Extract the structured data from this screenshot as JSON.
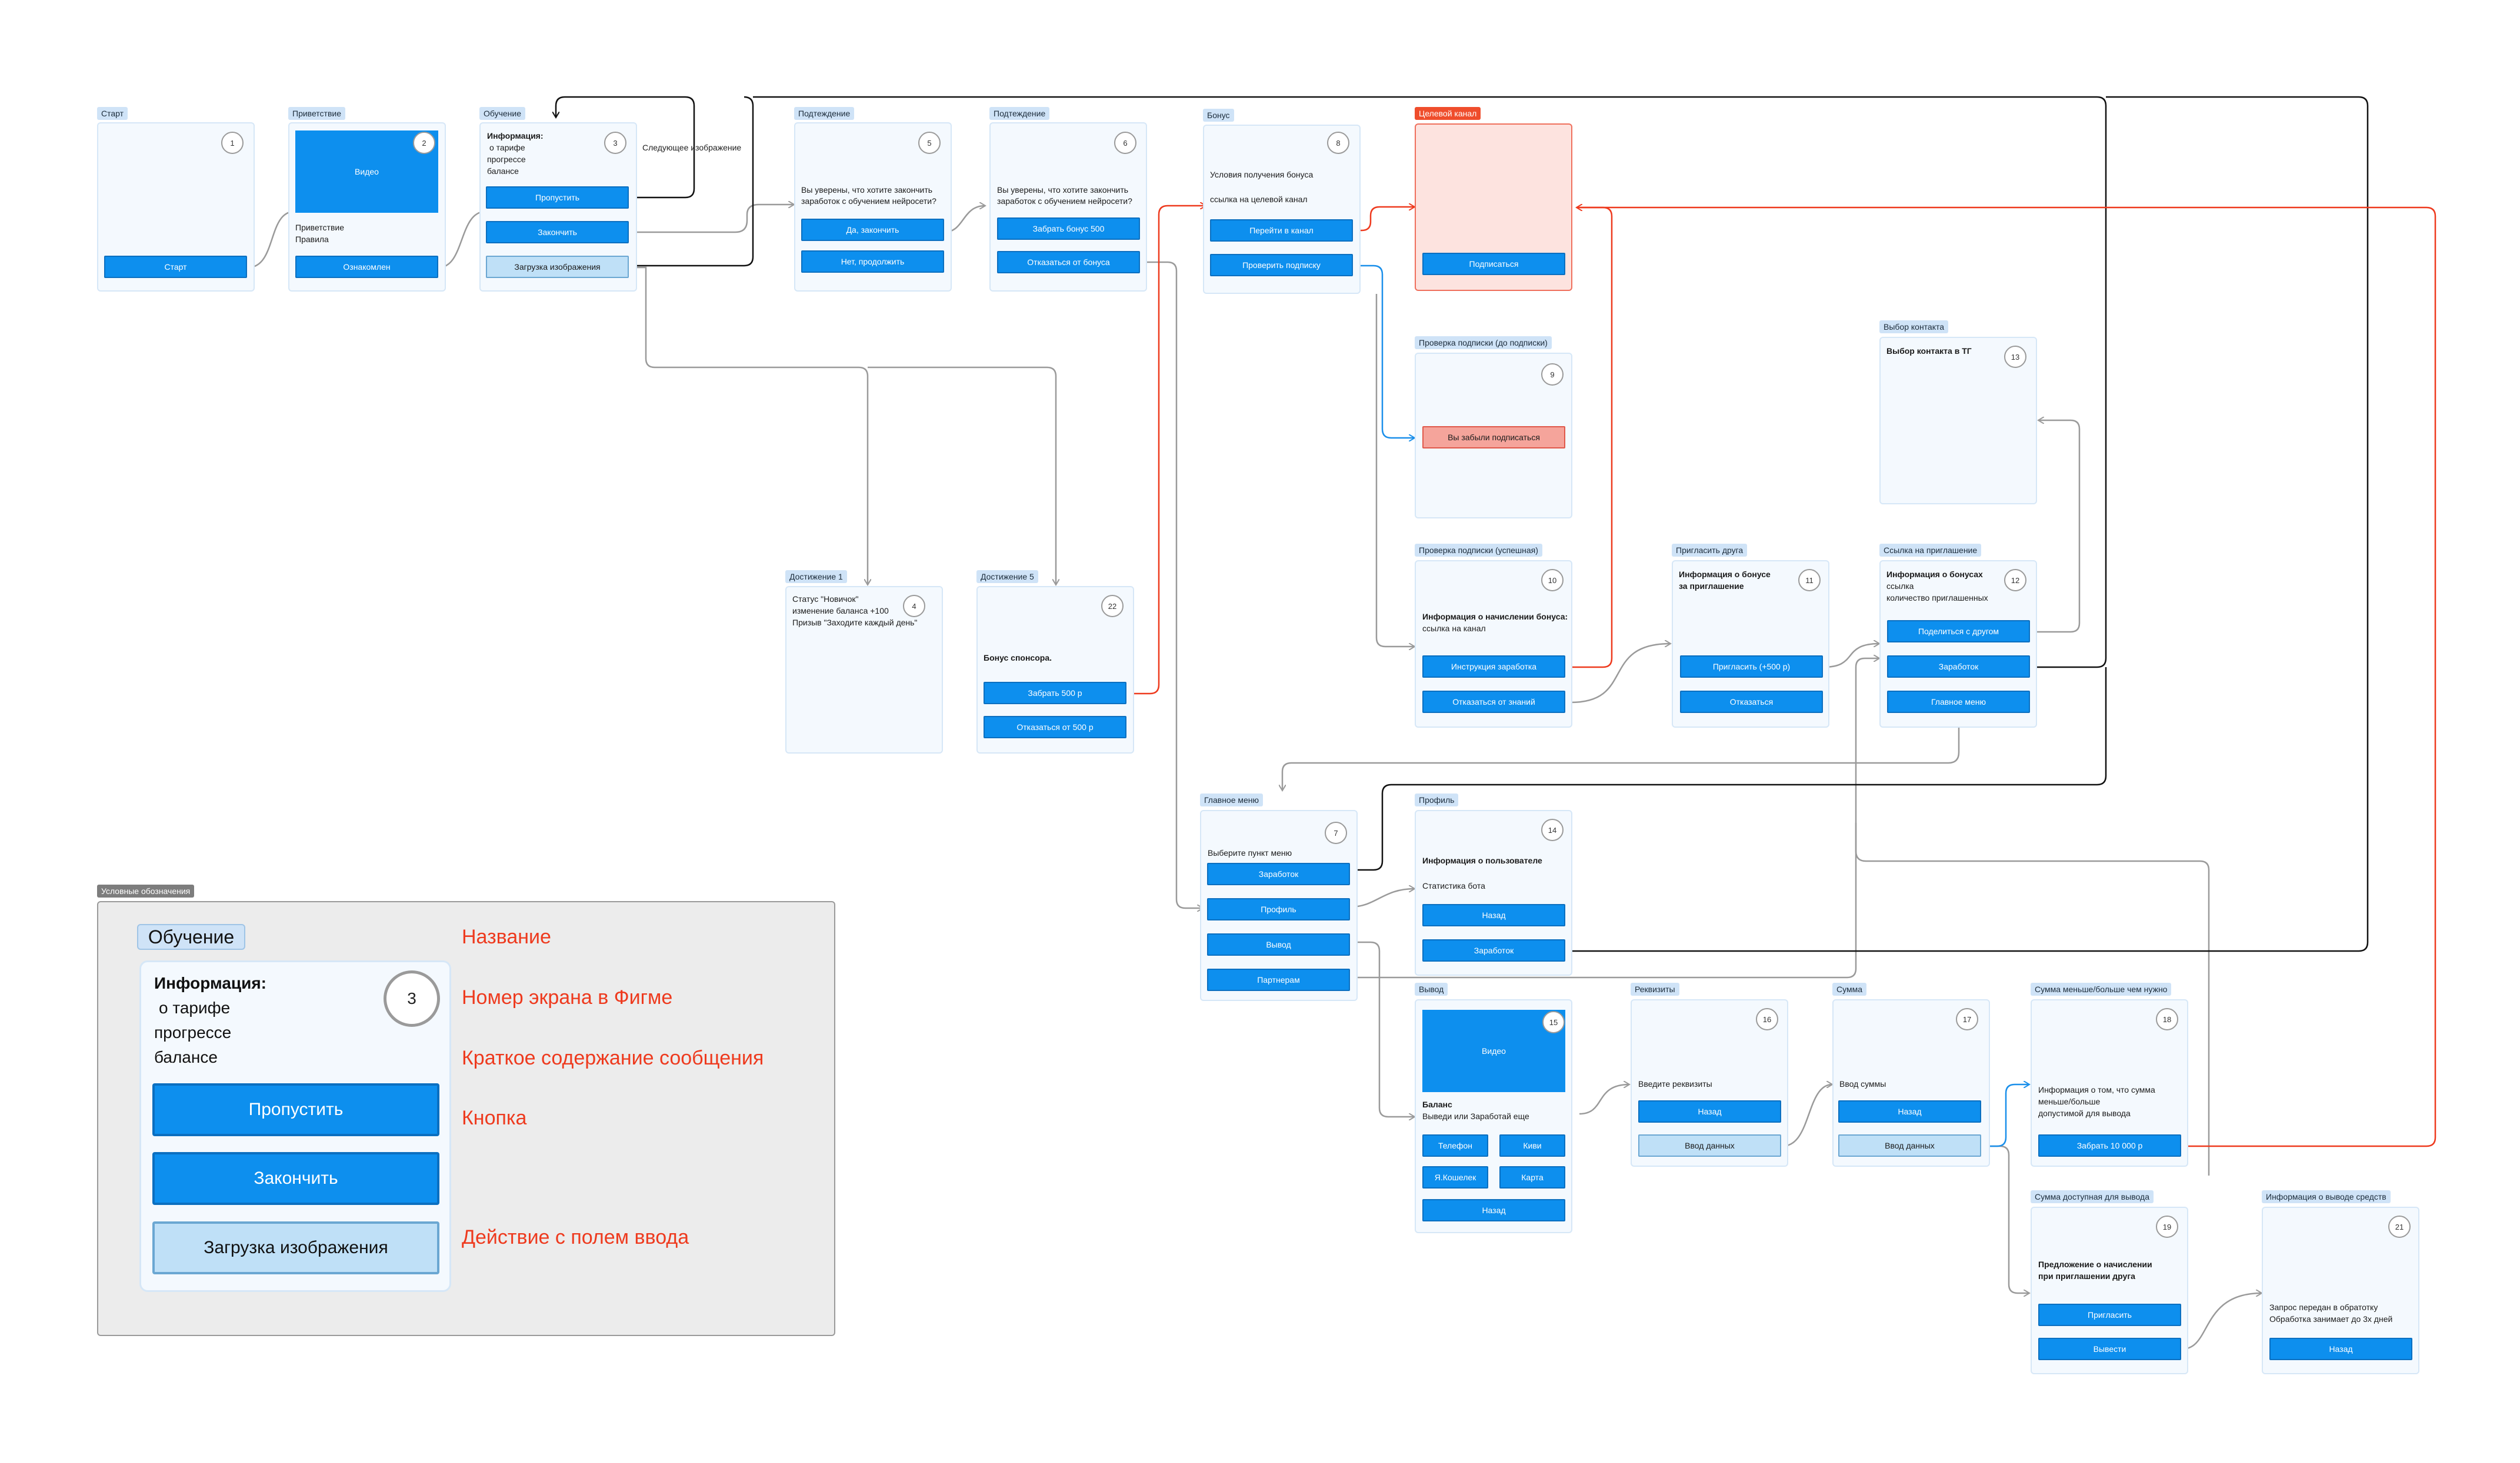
{
  "start": {
    "tag": "Старт",
    "num": "1",
    "btn": "Старт"
  },
  "welcome": {
    "tag": "Приветствие",
    "num": "2",
    "video": "Видео",
    "text1": "Приветствие",
    "text2": "Правила",
    "btn": "Ознакомлен"
  },
  "training": {
    "tag": "Обучение",
    "num": "3",
    "info": "Информация:",
    "l1": "о тарифе",
    "l2": "прогрессе",
    "l3": "балансе",
    "btn1": "Пропустить",
    "btn2": "Закончить",
    "btn3": "Загрузка изображения",
    "side_note": "Следующее изображение"
  },
  "confirm5": {
    "tag": "Подтеждение",
    "num": "5",
    "text": "Вы уверены, что хотите закончить заработок с обучением нейросети?",
    "btn1": "Да, закончить",
    "btn2": "Нет, продолжить"
  },
  "confirm6": {
    "tag": "Подтеждение",
    "num": "6",
    "text": "Вы уверены, что хотите закончить заработок с обучением нейросети?",
    "btn1": "Забрать бонус 500",
    "btn2": "Отказаться от бонуса"
  },
  "bonus": {
    "tag": "Бонус",
    "num": "8",
    "l1": "Условия получения бонуса",
    "l2": "ссылка на целевой канал",
    "btn1": "Перейти в канал",
    "btn2": "Проверить подписку"
  },
  "target": {
    "tag": "Целевой канал",
    "btn": "Подписаться"
  },
  "check_before": {
    "tag": "Проверка подписки (до подписки)",
    "num": "9",
    "btn": "Вы забыли подписаться"
  },
  "check_ok": {
    "tag": "Проверка подписки (успешная)",
    "num": "10",
    "l1": "Информация о начислении бонуса:",
    "l2": "ссылка на канал",
    "btn1": "Инструкция заработка",
    "btn2": "Отказаться от знаний"
  },
  "invite": {
    "tag": "Пригласить друга",
    "num": "11",
    "l1": "Информация о  бонусе",
    "l2": "за приглашение",
    "btn1": "Пригласить (+500 р)",
    "btn2": "Отказаться"
  },
  "invite_link": {
    "tag": "Ссылка на приглашение",
    "num": "12",
    "l1": "Информация о бонусах",
    "l2": "ссылка",
    "l3": "количество приглашенных",
    "btn1": "Поделиться с другом",
    "btn2": "Заработок",
    "btn3": "Главное меню"
  },
  "contact": {
    "tag": "Выбор контакта",
    "num": "13",
    "text": "Выбор контакта в ТГ"
  },
  "ach1": {
    "tag": "Достижение 1",
    "num": "4",
    "l1": "Статус \"Новичок\"",
    "l2": "изменение баланса +100",
    "l3": "Призыв \"Заходите каждый день\""
  },
  "ach5": {
    "tag": "Достижение 5",
    "num": "22",
    "text": "Бонус спонсора.",
    "btn1": "Забрать 500 р",
    "btn2": "Отказаться от 500 р"
  },
  "menu": {
    "tag": "Главное меню",
    "num": "7",
    "text": "Выберите пункт меню",
    "btn1": "Заработок",
    "btn2": "Профиль",
    "btn3": "Вывод",
    "btn4": "Партнерам"
  },
  "profile": {
    "tag": "Профиль",
    "num": "14",
    "l1": "Информация о пользователе",
    "l2": "Статистика бота",
    "btn1": "Назад",
    "btn2": "Заработок"
  },
  "withdraw": {
    "tag": "Вывод",
    "num": "15",
    "video": "Видео",
    "l1": "Баланс",
    "l2": "Выведи или Заработай еще",
    "b1": "Телефон",
    "b2": "Киви",
    "b3": "Я.Кошелек",
    "b4": "Карта",
    "b5": "Назад"
  },
  "requisites": {
    "tag": "Реквизиты",
    "num": "16",
    "text": "Введите реквизиты",
    "btn1": "Назад",
    "btn2": "Ввод данных"
  },
  "sum": {
    "tag": "Сумма",
    "num": "17",
    "text": "Ввод суммы",
    "btn1": "Назад",
    "btn2": "Ввод данных"
  },
  "sum_bad": {
    "tag": "Сумма меньше/больше чем нужно",
    "num": "18",
    "l1": "Информация о том, что сумма",
    "l2": "меньше/больше",
    "l3": "допустимой для вывода",
    "btn": "Забрать 10 000 р"
  },
  "sum_ok": {
    "tag": "Сумма доступная для вывода",
    "num": "19",
    "l1": "Предложение о начислении",
    "l2": "при приглашении друга",
    "btn1": "Пригласить",
    "btn2": "Вывести"
  },
  "withdraw_info": {
    "tag": "Информация о выводе средств",
    "num": "21",
    "l1": "Запрос передан в обратотку",
    "l2": "Обработка занимает до 3х дней",
    "btn": "Назад"
  },
  "legend": {
    "tag": "Условные обозначения",
    "card_tag": "Обучение",
    "num": "3",
    "info": "Информация:",
    "l1": "о тарифе",
    "l2": "прогрессе",
    "l3": "балансе",
    "btn1": "Пропустить",
    "btn2": "Закончить",
    "btn3": "Загрузка изображения",
    "lab1": "Название",
    "lab2": "Номер экрана в Фигме",
    "lab3": "Краткое содержание сообщения",
    "lab4": "Кнопка",
    "lab5": "Действие с полем ввода"
  },
  "colors": {
    "canvas": "#ffffff",
    "card": "#f4f9fe",
    "button": "#0d8fee",
    "input": "#bfe0f7",
    "tag": "#cfe3f7",
    "accent": "#ef4d2c",
    "line_gray": "#9a9a9a",
    "line_black": "#111111",
    "line_red": "#ee3a1e",
    "line_blue": "#1a8fea"
  }
}
